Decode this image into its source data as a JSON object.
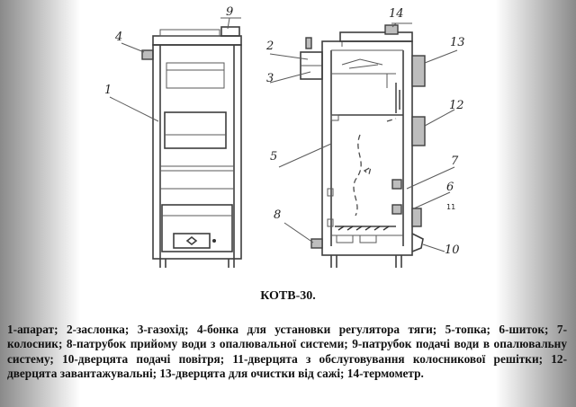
{
  "figure": {
    "callouts_left": [
      "4",
      "9",
      "1"
    ],
    "callouts_right": [
      "14",
      "2",
      "13",
      "3",
      "12",
      "5",
      "7",
      "6",
      "11",
      "8",
      "10"
    ]
  },
  "caption": "КОТВ-30.",
  "legend": "1-апарат; 2-заслонка; 3-газохід; 4-бонка для установки регулятора тяги; 5-топка; 6-шиток; 7-колосник; 8-патрубок прийому води з опалювальної системи; 9-патрубок подачі води в опалювальну систему; 10-дверцята подачі повітря; 11-дверцята з обслуговування колосникової решітки; 12-дверцята завантажувальні; 13-дверцята для очистки від сажі; 14-термометр."
}
